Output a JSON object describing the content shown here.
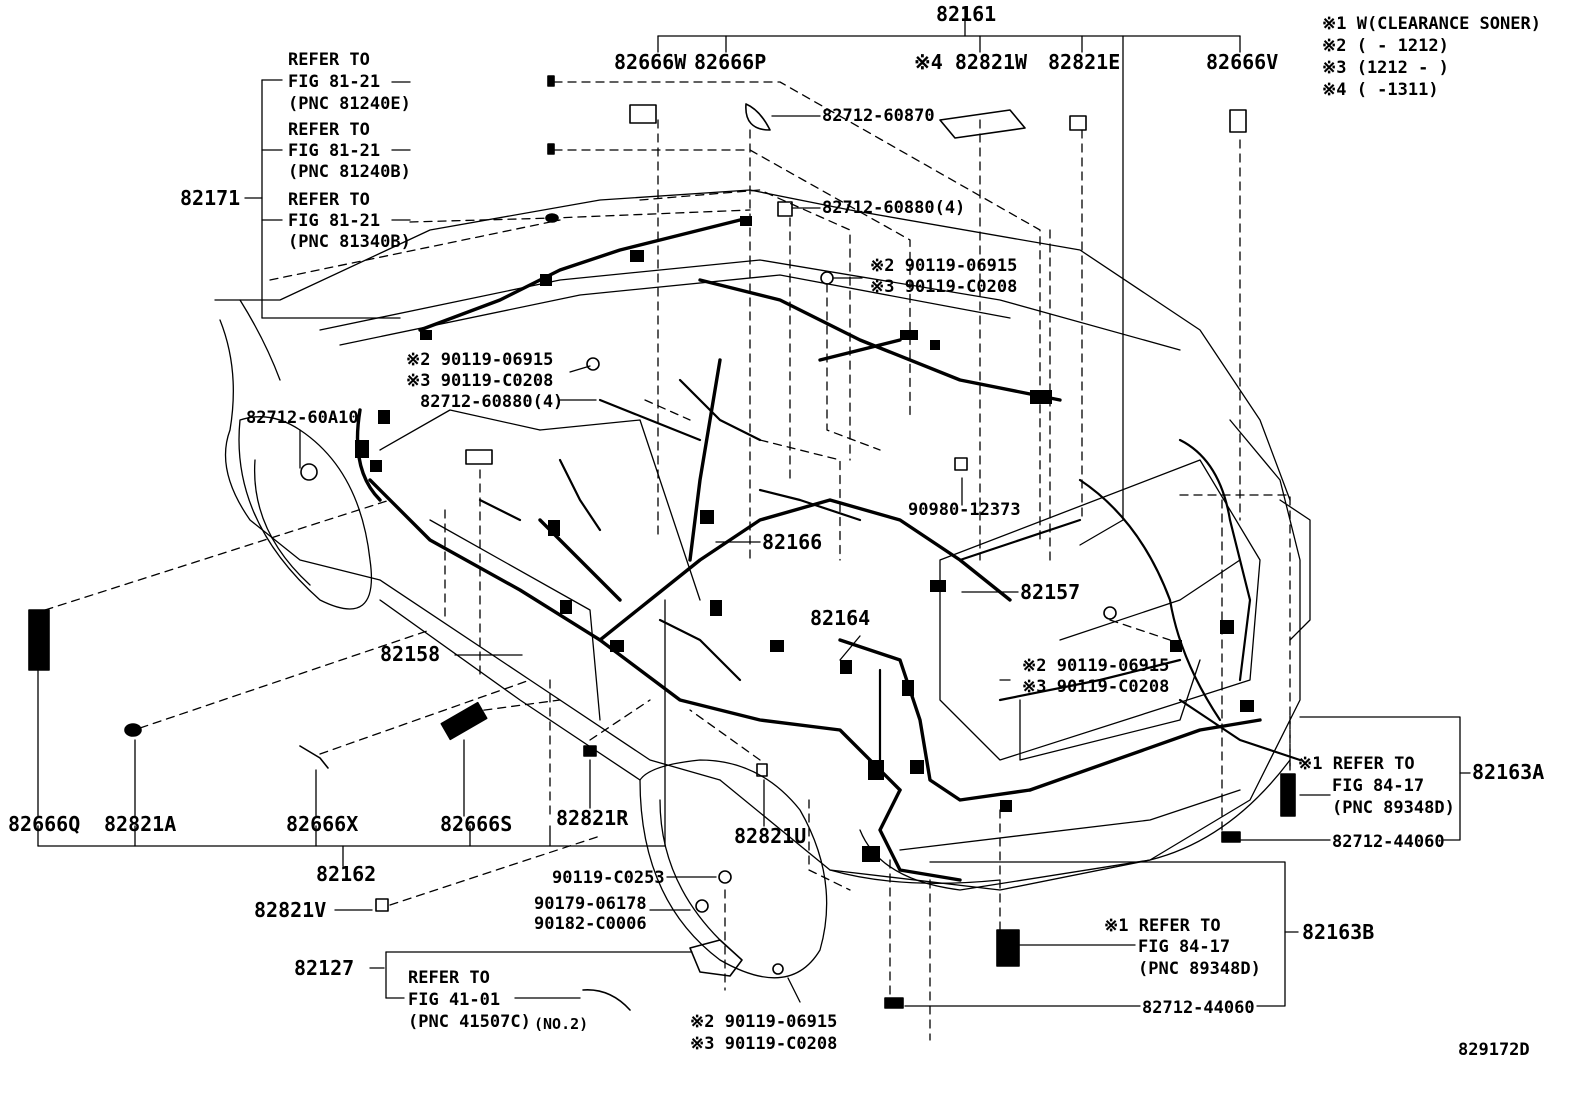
{
  "notes": [
    "※1 W(CLEARANCE SONER)",
    "※2 (    - 1212)",
    "※3 (1212 -    )",
    "※4 (    -1311)"
  ],
  "figure_id": "829172D",
  "labels": {
    "p82161": "82161",
    "p82666W": "82666W",
    "p82666P": "82666P",
    "p82821W": "※4 82821W",
    "p82821E": "82821E",
    "p82666V": "82666V",
    "p82712_60870": "82712-60870",
    "p82712_60880_top": "82712-60880(4)",
    "p90119_06915_top": "※2 90119-06915",
    "p90119_C0208_top": "※3 90119-C0208",
    "p82171": "82171",
    "ref1_a": "REFER TO",
    "ref1_b": "FIG 81-21",
    "ref1_c": "(PNC 81240E)",
    "ref2_a": "REFER TO",
    "ref2_b": "FIG 81-21",
    "ref2_c": "(PNC 81240B)",
    "ref3_a": "REFER TO",
    "ref3_b": "FIG 81-21",
    "ref3_c": "(PNC 81340B)",
    "p90119_06915_mid": "※2 90119-06915",
    "p90119_C0208_mid": "※3 90119-C0208",
    "p82712_60880_mid": "82712-60880(4)",
    "p82712_60A10": "82712-60A10",
    "p90980_12373": "90980-12373",
    "p82166": "82166",
    "p82157": "82157",
    "p82164": "82164",
    "p82158": "82158",
    "p90119_06915_right": "※2 90119-06915",
    "p90119_C0208_right": "※3 90119-C0208",
    "p82163A": "82163A",
    "ref4_a": "※1 REFER TO",
    "ref4_b": "FIG 84-17",
    "ref4_c": "(PNC 89348D)",
    "p82712_44060_a": "82712-44060",
    "p82666Q": "82666Q",
    "p82821A": "82821A",
    "p82666X": "82666X",
    "p82666S": "82666S",
    "p82821R": "82821R",
    "p82821U": "82821U",
    "p82162": "82162",
    "p82821V": "82821V",
    "p90119_C0253": "90119-C0253",
    "p90179_06178": "90179-06178",
    "p90182_C0006": "90182-C0006",
    "p82127": "82127",
    "ref5_a": "REFER TO",
    "ref5_b": "FIG 41-01",
    "ref5_c": "(PNC 41507C)",
    "ref5_d": "(NO.2)",
    "p90119_06915_bot": "※2 90119-06915",
    "p90119_C0208_bot": "※3 90119-C0208",
    "ref6_a": "※1 REFER TO",
    "ref6_b": "FIG 84-17",
    "ref6_c": "(PNC 89348D)",
    "p82163B": "82163B",
    "p82712_44060_b": "82712-44060"
  },
  "colors": {
    "ink": "#000000",
    "paper": "#ffffff"
  }
}
